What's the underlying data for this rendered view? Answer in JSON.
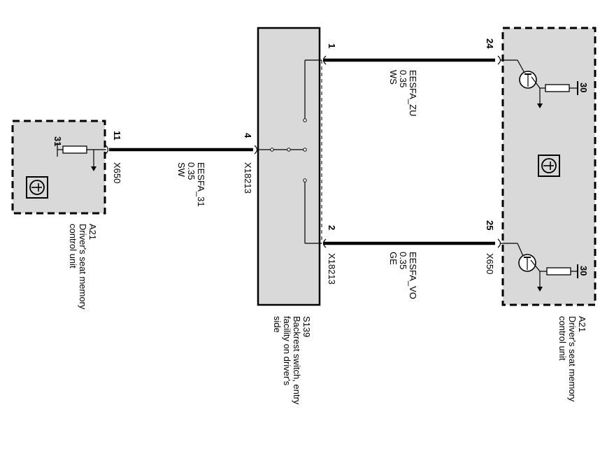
{
  "left_unit": {
    "id": "A21",
    "name_lines": [
      "Driver's seat memory",
      "control unit"
    ],
    "pin": "11",
    "ground_pin": "31",
    "connector": "X650"
  },
  "switch": {
    "id": "S139",
    "name_lines": [
      "Backrest switch, entry",
      "facility on driver's",
      "side"
    ],
    "pin_left": "4",
    "pin_top": "1",
    "pin_bottom": "2",
    "connector_left": "X18213",
    "connector_bottom": "X18213"
  },
  "right_unit": {
    "id": "A21",
    "name_lines": [
      "Driver's seat memory",
      "control unit"
    ],
    "pin_top": "24",
    "pin_bottom": "25",
    "supply_top": "30",
    "supply_bottom": "30",
    "connector": "X650"
  },
  "wires": {
    "left": {
      "name": "EESFA_31",
      "size": "0.35",
      "color": "SW"
    },
    "top": {
      "name": "EESFA_ZU",
      "size": "0.35",
      "color": "WS"
    },
    "bottom": {
      "name": "EESFA_VO",
      "size": "0.35",
      "color": "GE"
    }
  }
}
